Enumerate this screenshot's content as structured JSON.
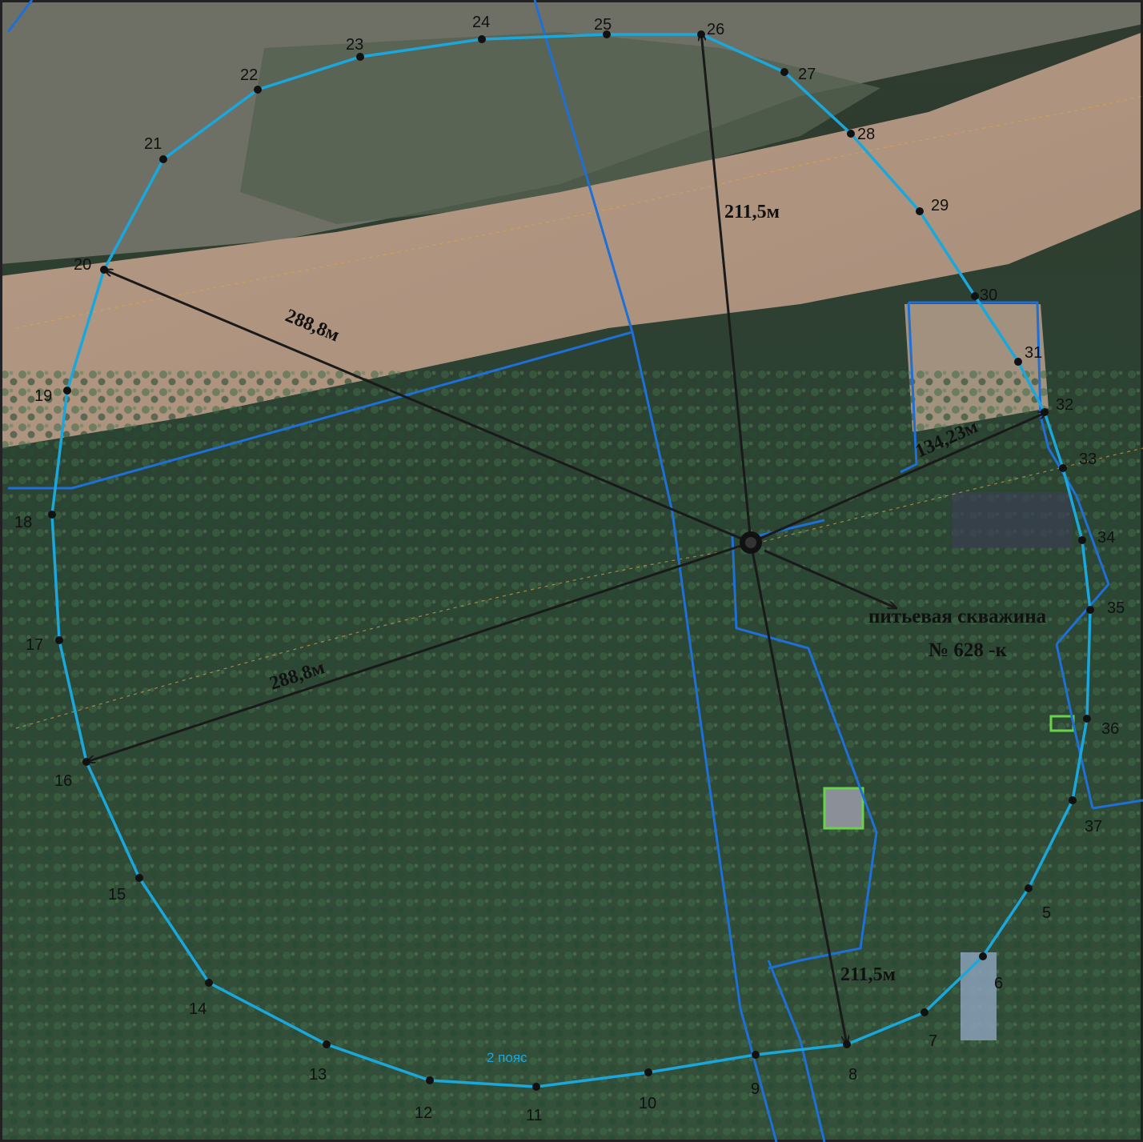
{
  "map": {
    "colors": {
      "zone_boundary": "#1aa7dc",
      "parcel_lines": "#1e6fd6",
      "radius_lines": "#1a1a1a",
      "zone_label": "#1aa7dc",
      "building_outline": "#6ad24a"
    },
    "well": {
      "name": "питьевая скважина",
      "number": "№ 628 -к",
      "icon": "well-marker-icon"
    },
    "zone_label": "2 пояс",
    "distances": {
      "north": "211,5м",
      "south": "211,5м",
      "northwest": "288,8м",
      "southwest": "288,8м",
      "east": "134,23м"
    },
    "boundary_points": [
      "5",
      "6",
      "7",
      "8",
      "9",
      "10",
      "11",
      "12",
      "13",
      "14",
      "15",
      "16",
      "17",
      "18",
      "19",
      "20",
      "21",
      "22",
      "23",
      "24",
      "25",
      "26",
      "27",
      "28",
      "29",
      "30",
      "31",
      "32",
      "33",
      "34",
      "35",
      "36",
      "37"
    ]
  }
}
